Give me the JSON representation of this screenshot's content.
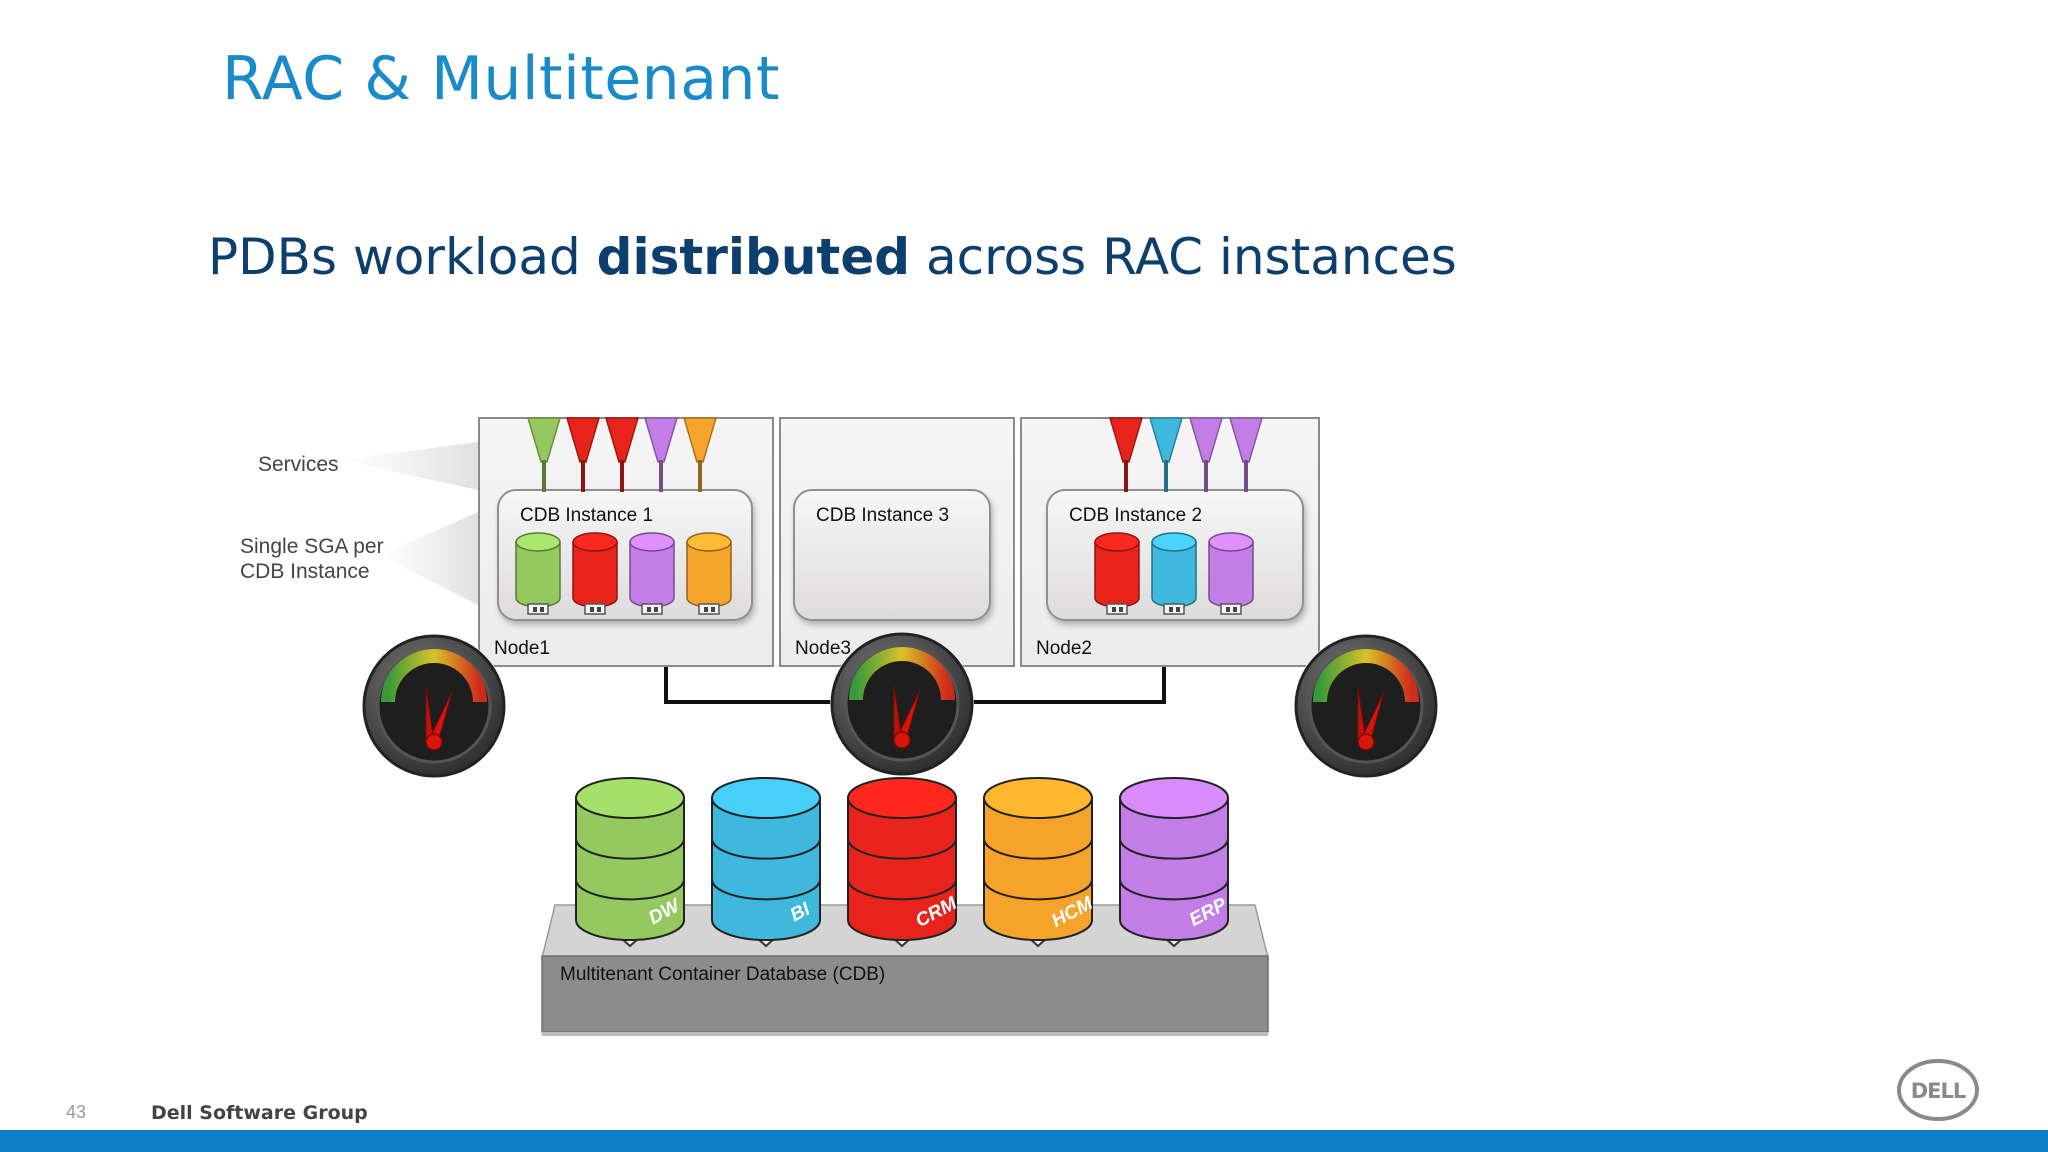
{
  "slide": {
    "title": "RAC & Multitenant",
    "subtitle_pre": "PDBs workload ",
    "subtitle_bold": "distributed",
    "subtitle_post": " across RAC instances",
    "page_number": "43",
    "footer_brand": "Dell Software Group",
    "logo_text": "DELL"
  },
  "diagram": {
    "labels": {
      "services": "Services",
      "sga_line1": "Single SGA per",
      "sga_line2": "CDB Instance",
      "cdb_platform": "Multitenant Container Database (CDB)"
    },
    "nodes": [
      {
        "name": "Node1",
        "instance": "CDB Instance 1",
        "services": [
          "green",
          "red",
          "red",
          "purple",
          "orange"
        ],
        "pdbs": [
          "green",
          "red",
          "purple",
          "orange"
        ]
      },
      {
        "name": "Node3",
        "instance": "CDB Instance 3",
        "services": [],
        "pdbs": []
      },
      {
        "name": "Node2",
        "instance": "CDB Instance 2",
        "services": [
          "red",
          "cyan",
          "purple",
          "purple"
        ],
        "pdbs": [
          "red",
          "cyan",
          "purple"
        ]
      }
    ],
    "databases": [
      {
        "label": "DW",
        "color": "green"
      },
      {
        "label": "BI",
        "color": "cyan"
      },
      {
        "label": "CRM",
        "color": "red"
      },
      {
        "label": "HCM",
        "color": "orange"
      },
      {
        "label": "ERP",
        "color": "purple"
      }
    ],
    "colors": {
      "green": "#93c95f",
      "red": "#e8231b",
      "cyan": "#3fb8de",
      "purple": "#c37de6",
      "orange": "#f6a32b",
      "title": "#1a8bc9",
      "subtitle": "#0c3f6e",
      "bar": "#0d7fc4"
    }
  }
}
